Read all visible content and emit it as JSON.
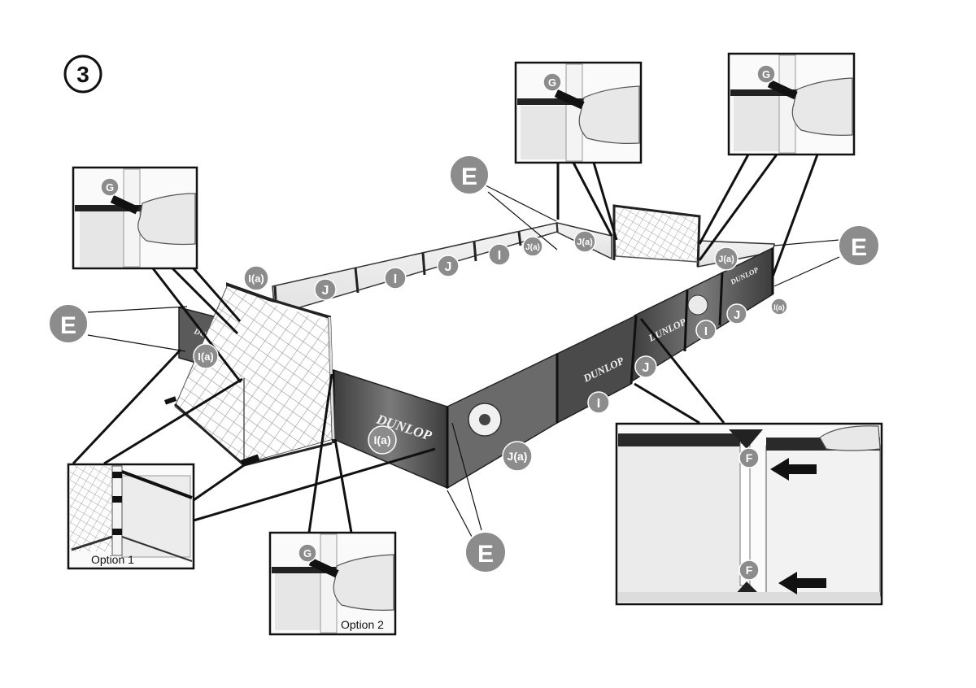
{
  "step": "3",
  "brand": "DUNLOP",
  "captions": {
    "option1": "Option 1",
    "option2": "Option 2"
  },
  "parts": {
    "E": "E",
    "F": "F",
    "G": "G",
    "I": "I",
    "Ia": "I(a)",
    "J": "J",
    "Ja": "J(a)"
  },
  "colors": {
    "label_fill": "#8c8c8c",
    "label_stroke": "#ffffff",
    "line": "#111111",
    "banner": "#5a5a5a"
  }
}
